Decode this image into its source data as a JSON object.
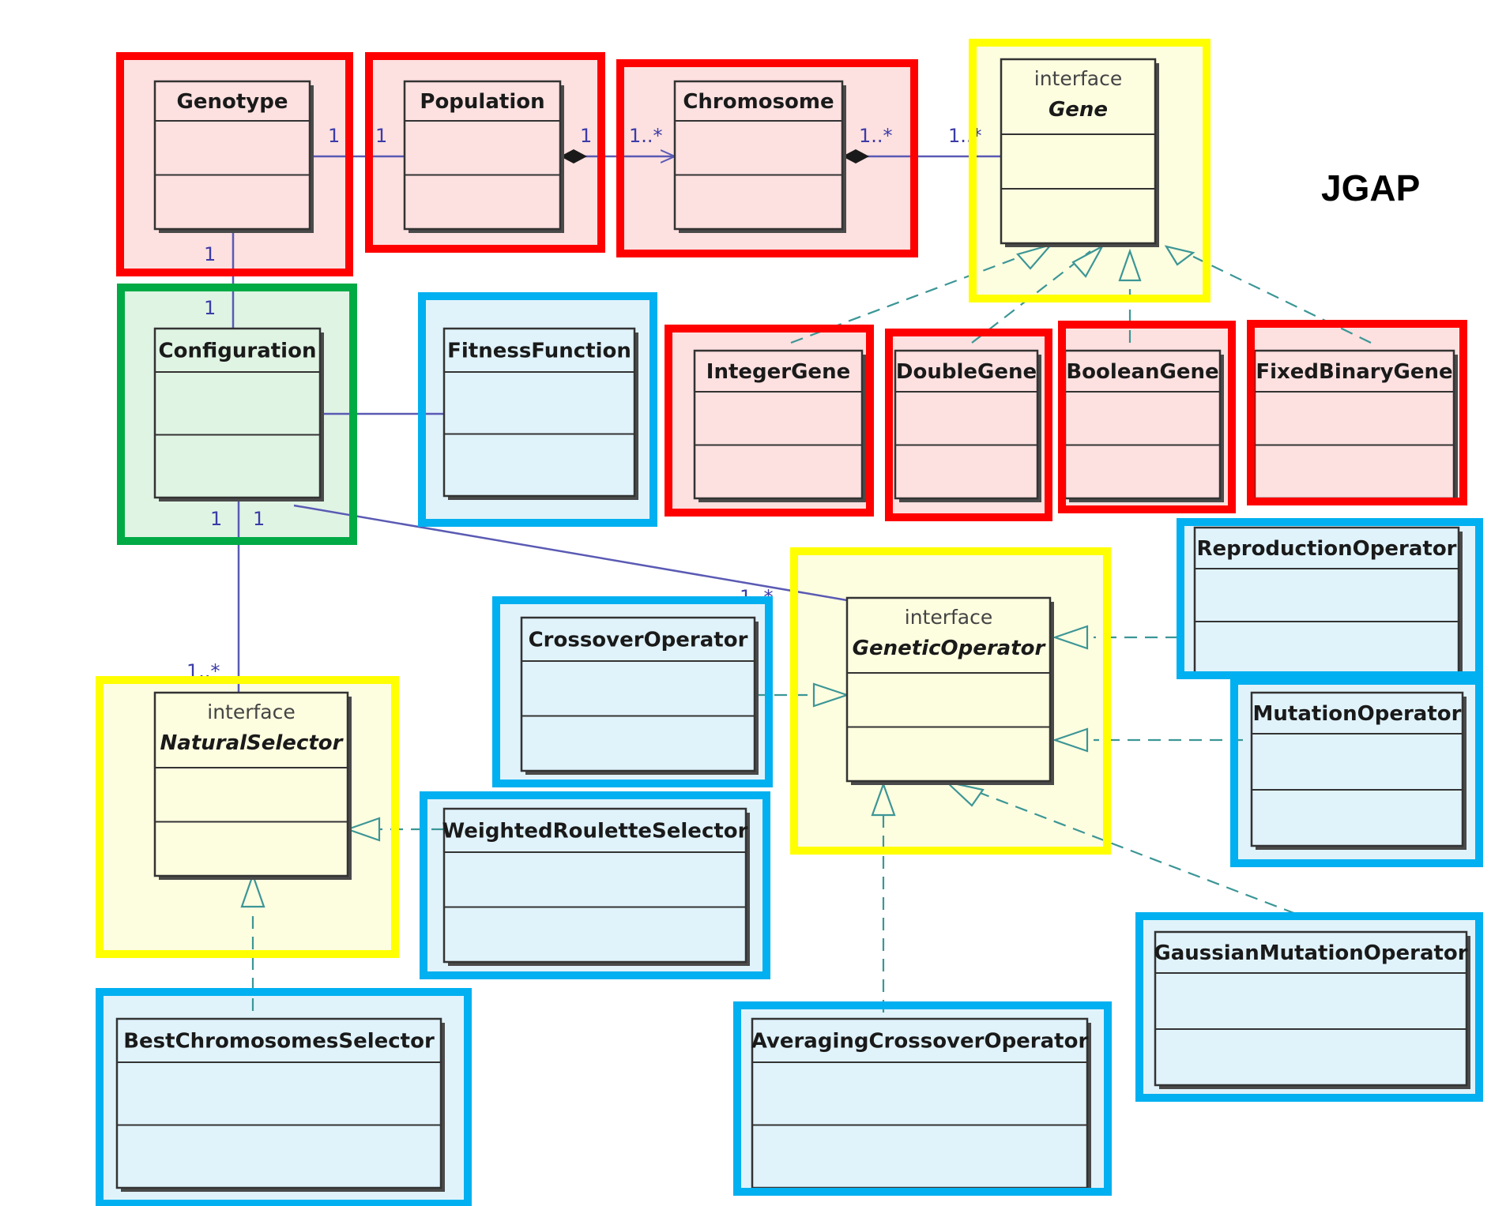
{
  "title": "JGAP",
  "colors": {
    "red_frame": "#ff0000",
    "yellow_frame": "#ffff00",
    "green_frame": "#00aa44",
    "blue_frame": "#00b0f0",
    "red_fill": "#fde0e0",
    "yellow_fill": "#fdfde0",
    "green_fill": "#e0f4e4",
    "blue_fill": "#e0f3fb",
    "association_line": "#5a5ab4",
    "realization_line": "#3c9696"
  },
  "classes": [
    {
      "id": "genotype",
      "name": "Genotype",
      "stereotype": "",
      "italic": false
    },
    {
      "id": "population",
      "name": "Population",
      "stereotype": "",
      "italic": false
    },
    {
      "id": "chromosome",
      "name": "Chromosome",
      "stereotype": "",
      "italic": false
    },
    {
      "id": "gene",
      "name": "Gene",
      "stereotype": "interface",
      "italic": true
    },
    {
      "id": "configuration",
      "name": "Configuration",
      "stereotype": "",
      "italic": false
    },
    {
      "id": "fitness",
      "name": "FitnessFunction",
      "stereotype": "",
      "italic": false
    },
    {
      "id": "integergene",
      "name": "IntegerGene",
      "stereotype": "",
      "italic": false
    },
    {
      "id": "doublegene",
      "name": "DoubleGene",
      "stereotype": "",
      "italic": false
    },
    {
      "id": "booleangene",
      "name": "BooleanGene",
      "stereotype": "",
      "italic": false
    },
    {
      "id": "fixedbinarygene",
      "name": "FixedBinaryGene",
      "stereotype": "",
      "italic": false
    },
    {
      "id": "reproduction",
      "name": "ReproductionOperator",
      "stereotype": "",
      "italic": false
    },
    {
      "id": "geneticop",
      "name": "GeneticOperator",
      "stereotype": "interface",
      "italic": true
    },
    {
      "id": "crossover",
      "name": "CrossoverOperator",
      "stereotype": "",
      "italic": false
    },
    {
      "id": "mutation",
      "name": "MutationOperator",
      "stereotype": "",
      "italic": false
    },
    {
      "id": "naturalselector",
      "name": "NaturalSelector",
      "stereotype": "interface",
      "italic": true
    },
    {
      "id": "weightedroulette",
      "name": "WeightedRouletteSelector",
      "stereotype": "",
      "italic": false
    },
    {
      "id": "gaussian",
      "name": "GaussianMutationOperator",
      "stereotype": "",
      "italic": false
    },
    {
      "id": "bestchrom",
      "name": "BestChromosomesSelector",
      "stereotype": "",
      "italic": false
    },
    {
      "id": "averaging",
      "name": "AveragingCrossoverOperator",
      "stereotype": "",
      "italic": false
    }
  ],
  "multiplicities": {
    "genotype_population_a": "1",
    "genotype_population_b": "1",
    "population_chromosome_a": "1",
    "population_chromosome_b": "1..*",
    "chromosome_gene_a": "1..*",
    "chromosome_gene_b": "1..*",
    "genotype_configuration_a": "1",
    "genotype_configuration_b": "1",
    "configuration_selector_a": "1",
    "configuration_geneticop_a": "1",
    "configuration_geneticop_b": "1..*",
    "configuration_selector_b": "1..*"
  }
}
